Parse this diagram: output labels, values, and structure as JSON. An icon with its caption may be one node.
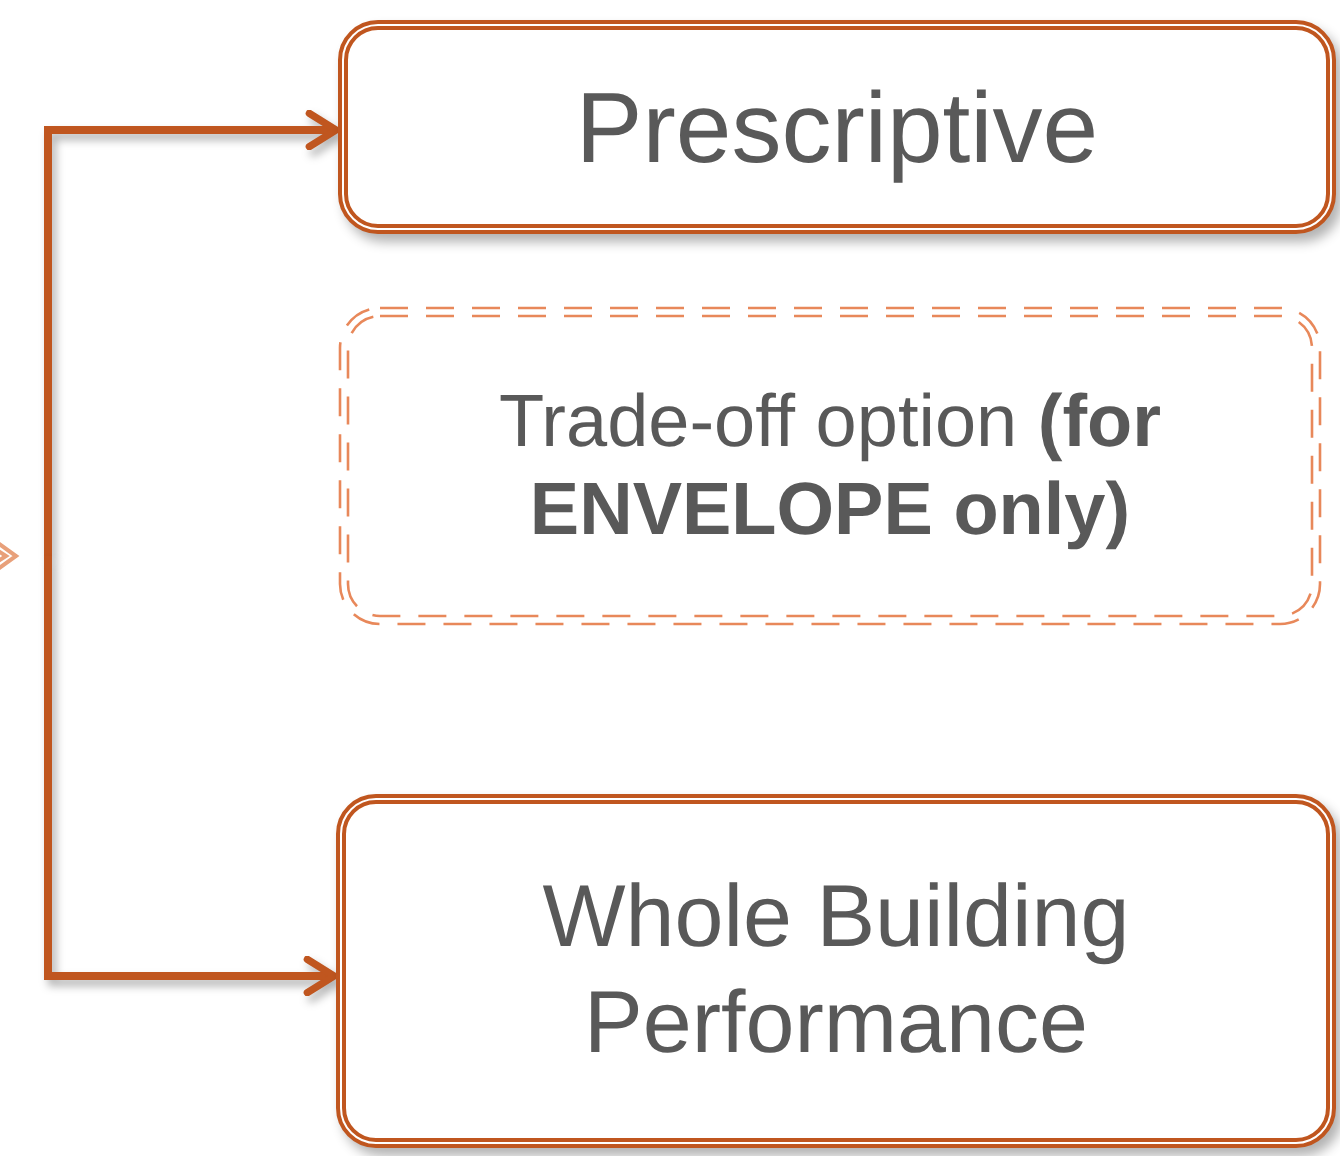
{
  "diagram": {
    "nodes": [
      {
        "text": [
          "Prescriptive"
        ]
      },
      {
        "text": [
          "Trade-off option **(for ENVELOPE only)**"
        ]
      },
      {
        "text": [
          "Whole Building Performance"
        ]
      }
    ],
    "edges": [
      {
        "from": null,
        "to": 0,
        "arrow": "to"
      },
      {
        "from": null,
        "to": 2,
        "arrow": "to"
      }
    ]
  }
}
